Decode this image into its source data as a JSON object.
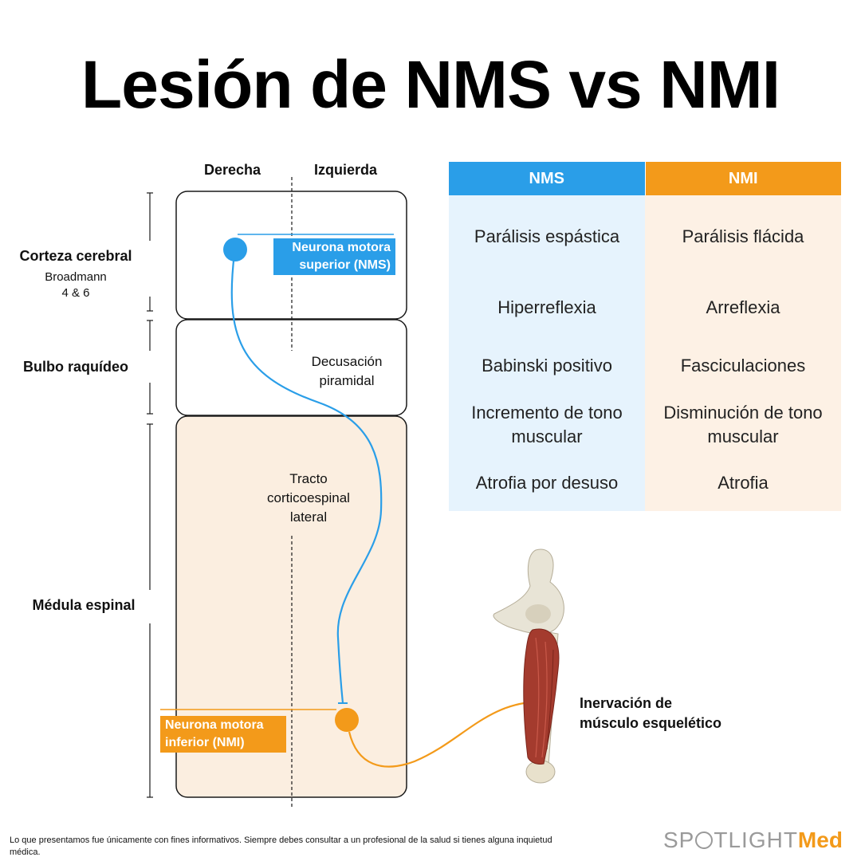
{
  "title": "Lesión de NMS vs NMI",
  "columns": {
    "right": "Derecha",
    "left": "Izquierda"
  },
  "regions": {
    "cortex": {
      "label": "Corteza cerebral",
      "sub_line1": "Broadmann",
      "sub_line2": "4 & 6"
    },
    "medulla": {
      "label": "Bulbo raquídeo"
    },
    "spinal": {
      "label": "Médula espinal"
    }
  },
  "annotations": {
    "decussation_line1": "Decusación",
    "decussation_line2": "piramidal",
    "tract_line1": "Tracto",
    "tract_line2": "corticoespinal",
    "tract_line3": "lateral"
  },
  "neurons": {
    "upper_line1": "Neurona motora",
    "upper_line2": "superior (NMS)",
    "lower_line1": "Neurona motora",
    "lower_line2": "inferior (NMI)"
  },
  "innervation": {
    "line1": "Inervación de",
    "line2": "músculo esquelético"
  },
  "table": {
    "headers": [
      "NMS",
      "NMI"
    ],
    "rows": [
      [
        "Parálisis espástica",
        "Parálisis flácida"
      ],
      [
        "Hiperreflexia",
        "Arreflexia"
      ],
      [
        "Babinski positivo",
        "Fasciculaciones"
      ],
      [
        "Incremento de tono muscular",
        "Disminución de tono muscular"
      ],
      [
        "Atrofia por desuso",
        "Atrofia"
      ]
    ]
  },
  "colors": {
    "nms": "#2a9ee8",
    "nmi": "#f39a1a",
    "nms_bg": "#e6f3fd",
    "nmi_bg": "#fdf1e5",
    "spinal_bg": "#fbeee0"
  },
  "disclaimer": "Lo que presentamos fue únicamente con fines informativos. Siempre debes consultar a un profesional de la salud si tienes alguna inquietud médica.",
  "logo": {
    "part1": "SP",
    "part2": "TLIGHT",
    "part3": "Med"
  },
  "icons": {
    "muscle": "femur-muscle-illustration-icon"
  }
}
